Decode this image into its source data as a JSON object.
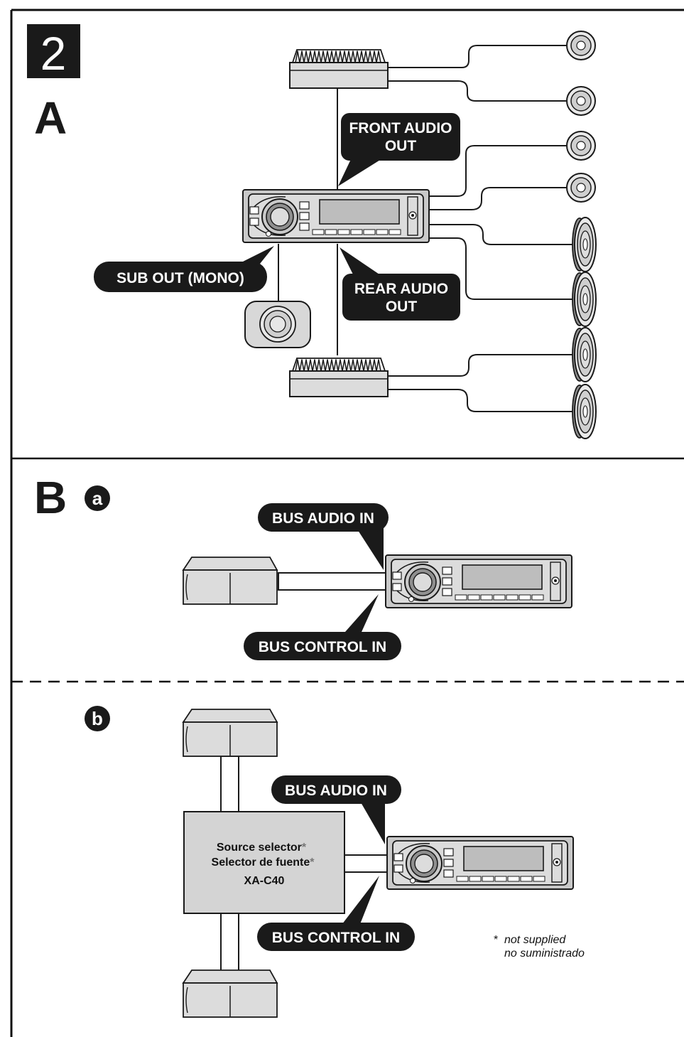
{
  "step_number": "2",
  "section_a": {
    "letter": "A",
    "front_audio_out": [
      "FRONT AUDIO",
      "OUT"
    ],
    "rear_audio_out": [
      "REAR AUDIO",
      "OUT"
    ],
    "sub_out": "SUB OUT (MONO)"
  },
  "section_b": {
    "letter": "B",
    "a": {
      "marker": "a",
      "bus_audio_in": "BUS AUDIO IN",
      "bus_control_in": "BUS CONTROL IN"
    },
    "b": {
      "marker": "b",
      "bus_audio_in": "BUS AUDIO IN",
      "bus_control_in": "BUS CONTROL IN",
      "selector_line1": "Source selector",
      "selector_line2": "Selector de fuente",
      "selector_model": "XA-C40",
      "asterisk": "*",
      "footnote_mark": "*",
      "footnote_en": "not supplied",
      "footnote_es": "no suministrado"
    }
  }
}
